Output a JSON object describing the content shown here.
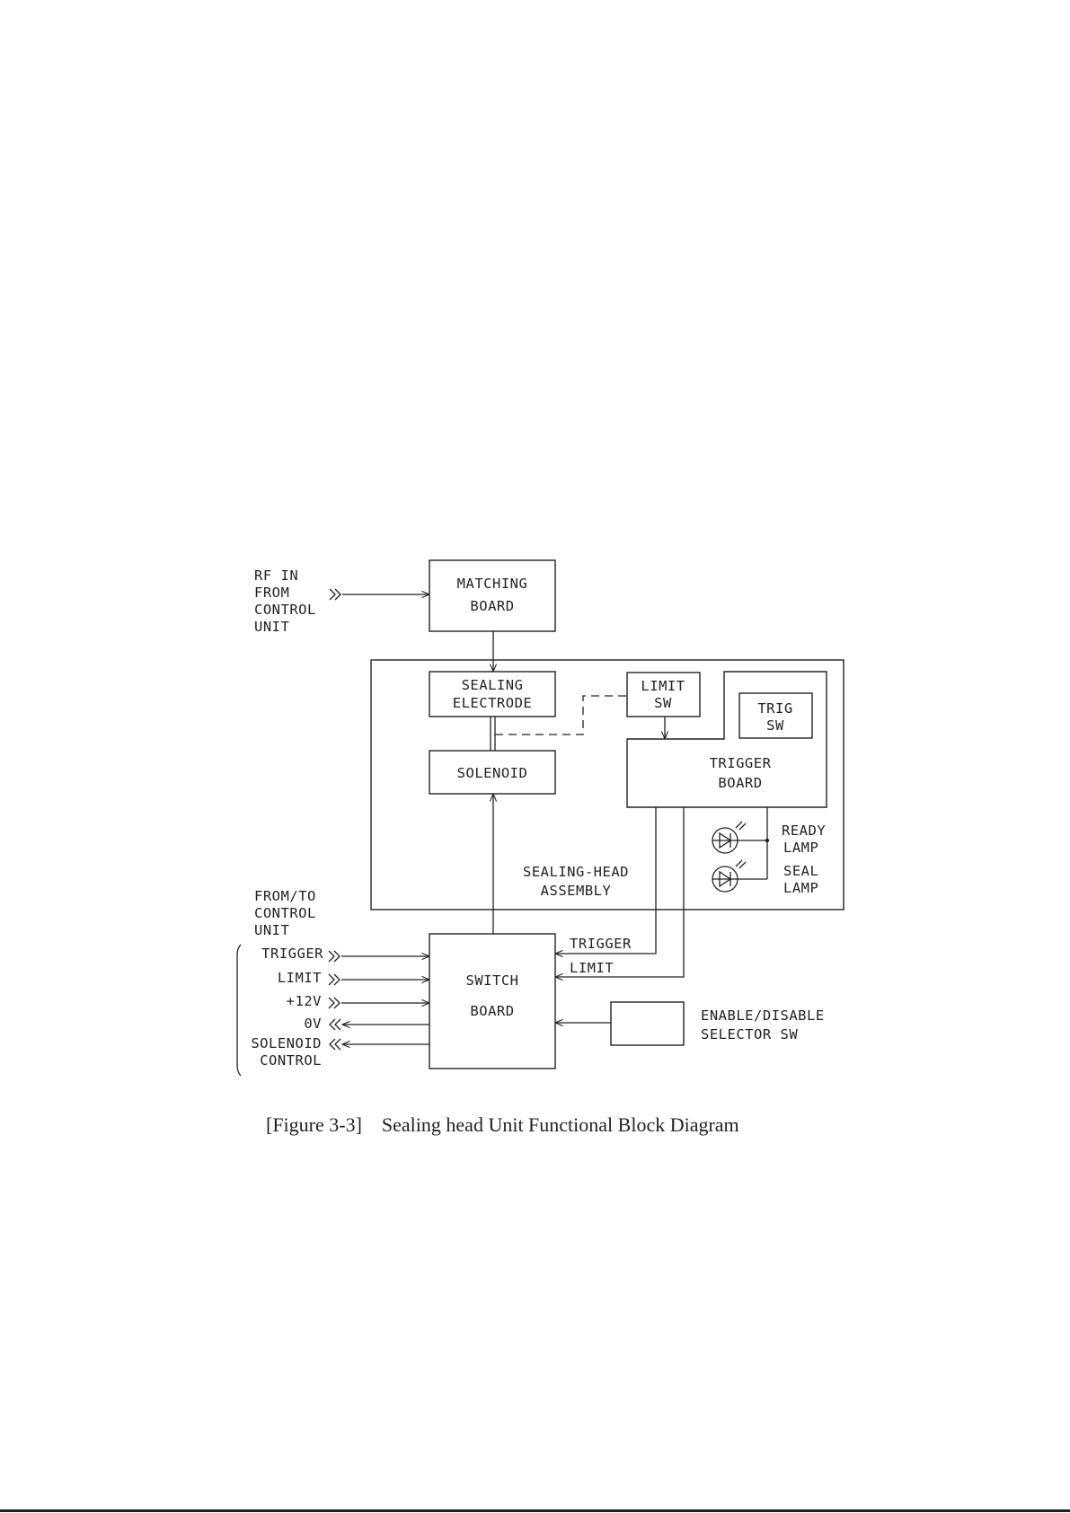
{
  "diagram": {
    "rf_in": [
      "RF IN",
      "FROM",
      "CONTROL",
      "UNIT"
    ],
    "from_to": [
      "FROM/TO",
      "CONTROL",
      "UNIT"
    ],
    "matching_board": [
      "MATCHING",
      "BOARD"
    ],
    "sealing_electrode": [
      "SEALING",
      "ELECTRODE"
    ],
    "limit_sw": [
      "LIMIT",
      "SW"
    ],
    "trig_sw": [
      "TRIG",
      "SW"
    ],
    "trigger_board": [
      "TRIGGER",
      "BOARD"
    ],
    "solenoid": "SOLENOID",
    "sealing_head_assembly": [
      "SEALING-HEAD",
      "ASSEMBLY"
    ],
    "ready_lamp": [
      "READY",
      "LAMP"
    ],
    "seal_lamp": [
      "SEAL",
      "LAMP"
    ],
    "switch_board": [
      "SWITCH",
      "BOARD"
    ],
    "trigger_line": "TRIGGER",
    "limit_line": "LIMIT",
    "enable_disable": [
      "ENABLE/DISABLE",
      "SELECTOR SW"
    ],
    "signals": [
      "TRIGGER",
      "LIMIT",
      "+12V",
      "0V",
      "SOLENOID",
      "CONTROL"
    ]
  },
  "caption": {
    "figure_no": "[Figure 3-3]",
    "title": "Sealing head Unit Functional Block Diagram"
  }
}
